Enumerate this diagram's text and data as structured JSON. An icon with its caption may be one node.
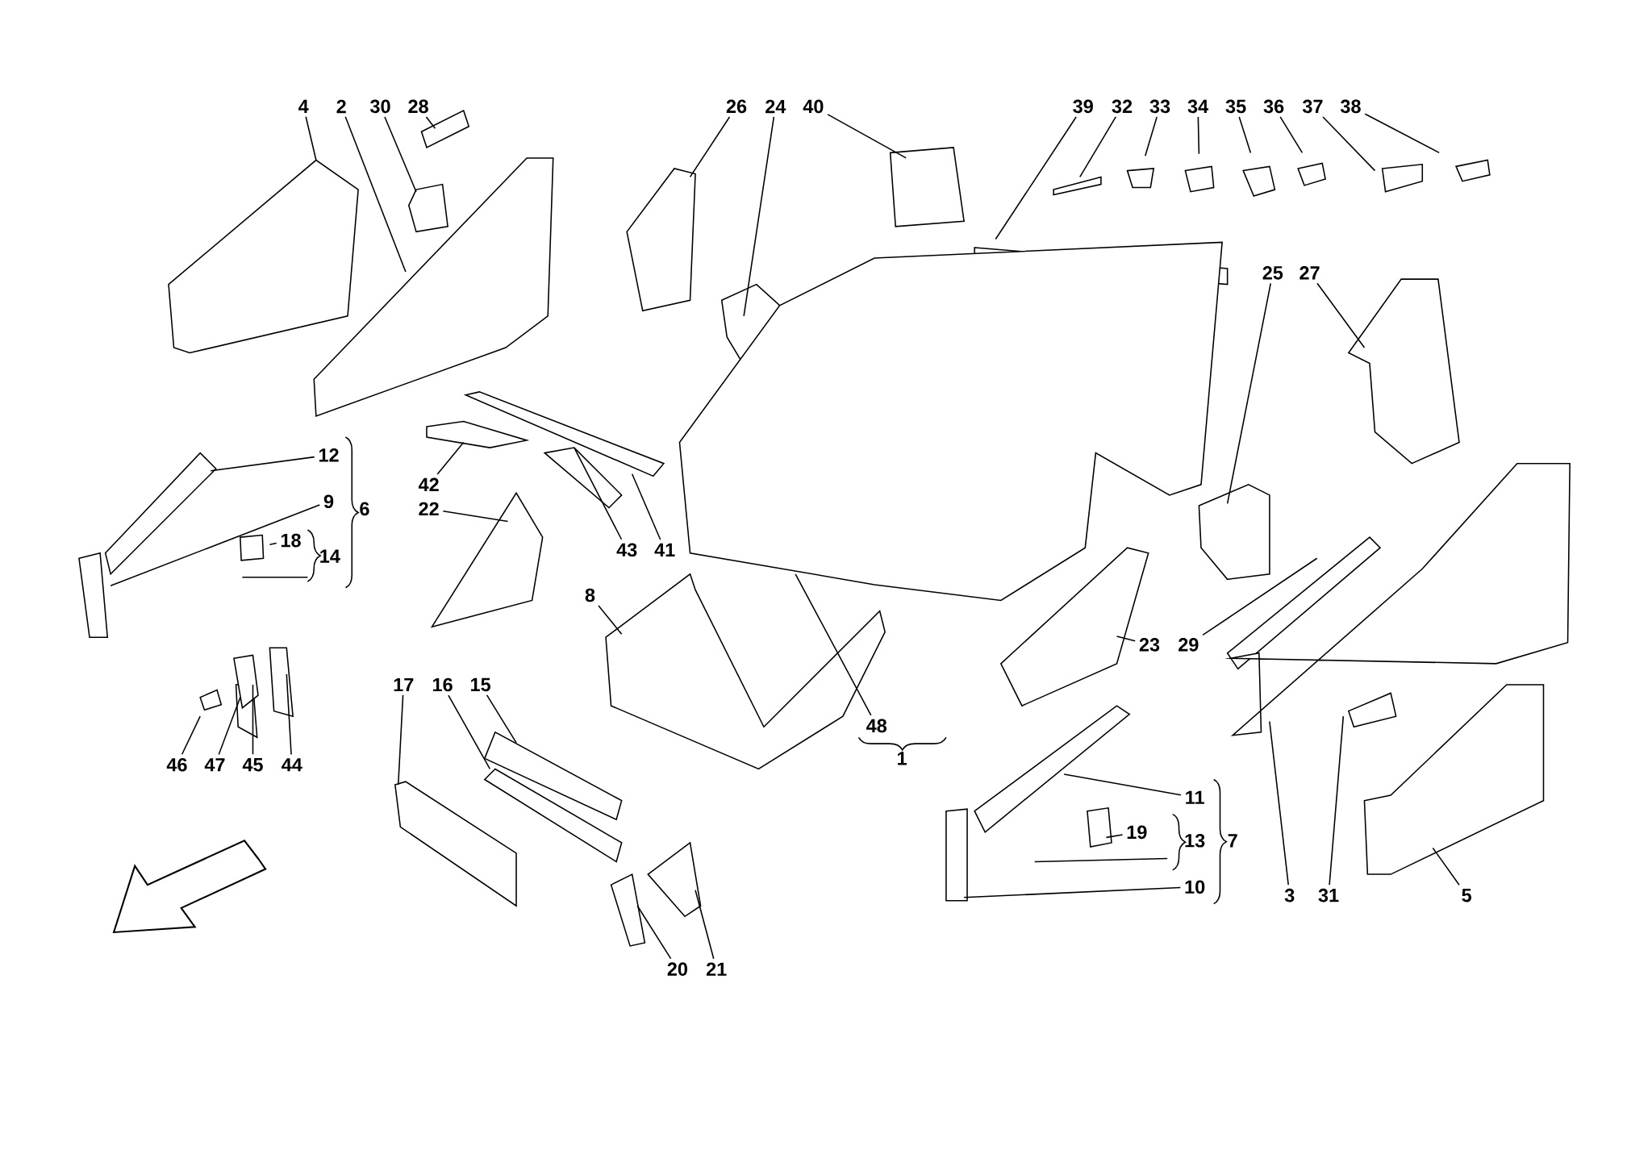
{
  "diagram": {
    "nodes": [
      {
        "text": [
          "4"
        ]
      },
      {
        "text": [
          "2"
        ]
      },
      {
        "text": [
          "30"
        ]
      },
      {
        "text": [
          "28"
        ]
      },
      {
        "text": [
          "26"
        ]
      },
      {
        "text": [
          "24"
        ]
      },
      {
        "text": [
          "40"
        ]
      },
      {
        "text": [
          "39"
        ]
      },
      {
        "text": [
          "32"
        ]
      },
      {
        "text": [
          "33"
        ]
      },
      {
        "text": [
          "34"
        ]
      },
      {
        "text": [
          "35"
        ]
      },
      {
        "text": [
          "36"
        ]
      },
      {
        "text": [
          "37"
        ]
      },
      {
        "text": [
          "38"
        ]
      },
      {
        "text": [
          "25"
        ]
      },
      {
        "text": [
          "27"
        ]
      },
      {
        "text": [
          "12"
        ]
      },
      {
        "text": [
          "9"
        ]
      },
      {
        "text": [
          "18"
        ]
      },
      {
        "text": [
          "42"
        ]
      },
      {
        "text": [
          "22"
        ]
      },
      {
        "text": [
          "43"
        ]
      },
      {
        "text": [
          "41"
        ]
      },
      {
        "text": [
          "8"
        ]
      },
      {
        "text": [
          "23"
        ]
      },
      {
        "text": [
          "29"
        ]
      },
      {
        "text": [
          "48"
        ]
      },
      {
        "text": [
          "46"
        ]
      },
      {
        "text": [
          "47"
        ]
      },
      {
        "text": [
          "45"
        ]
      },
      {
        "text": [
          "44"
        ]
      },
      {
        "text": [
          "17"
        ]
      },
      {
        "text": [
          "16"
        ]
      },
      {
        "text": [
          "15"
        ]
      },
      {
        "text": [
          "11"
        ]
      },
      {
        "text": [
          "19"
        ]
      },
      {
        "text": [
          "10"
        ]
      },
      {
        "text": [
          "3"
        ]
      },
      {
        "text": [
          "31"
        ]
      },
      {
        "text": [
          "5"
        ]
      },
      {
        "text": [
          "20"
        ]
      },
      {
        "text": [
          "21"
        ]
      }
    ],
    "edges": [
      {
        "from": 0,
        "to": null,
        "arrow": "none"
      },
      {
        "from": 1,
        "to": null,
        "arrow": "none"
      },
      {
        "from": 2,
        "to": null,
        "arrow": "none"
      },
      {
        "from": 3,
        "to": null,
        "arrow": "none"
      },
      {
        "from": 4,
        "to": null,
        "arrow": "none"
      },
      {
        "from": 5,
        "to": null,
        "arrow": "none"
      },
      {
        "from": 6,
        "to": null,
        "arrow": "none"
      },
      {
        "from": 7,
        "to": null,
        "arrow": "none"
      },
      {
        "from": 8,
        "to": null,
        "arrow": "none"
      },
      {
        "from": 9,
        "to": null,
        "arrow": "none"
      },
      {
        "from": 10,
        "to": null,
        "arrow": "none"
      },
      {
        "from": 11,
        "to": null,
        "arrow": "none"
      },
      {
        "from": 12,
        "to": null,
        "arrow": "none"
      },
      {
        "from": 13,
        "to": null,
        "arrow": "none"
      },
      {
        "from": 14,
        "to": null,
        "arrow": "none"
      },
      {
        "from": 15,
        "to": null,
        "arrow": "none"
      },
      {
        "from": 16,
        "to": null,
        "arrow": "none"
      },
      {
        "from": 17,
        "to": null,
        "arrow": "none"
      },
      {
        "from": 18,
        "to": null,
        "arrow": "none"
      },
      {
        "from": 19,
        "to": null,
        "arrow": "none"
      },
      {
        "from": 20,
        "to": null,
        "arrow": "none"
      },
      {
        "from": 21,
        "to": null,
        "arrow": "none"
      },
      {
        "from": 22,
        "to": null,
        "arrow": "none"
      },
      {
        "from": 23,
        "to": null,
        "arrow": "none"
      },
      {
        "from": 24,
        "to": null,
        "arrow": "none"
      },
      {
        "from": 25,
        "to": null,
        "arrow": "none"
      },
      {
        "from": 26,
        "to": null,
        "arrow": "none"
      },
      {
        "from": 27,
        "to": null,
        "arrow": "none"
      },
      {
        "from": 28,
        "to": null,
        "arrow": "none"
      },
      {
        "from": 29,
        "to": null,
        "arrow": "none"
      },
      {
        "from": 30,
        "to": null,
        "arrow": "none"
      },
      {
        "from": 31,
        "to": null,
        "arrow": "none"
      },
      {
        "from": 32,
        "to": null,
        "arrow": "none"
      },
      {
        "from": 33,
        "to": null,
        "arrow": "none"
      },
      {
        "from": 34,
        "to": null,
        "arrow": "none"
      },
      {
        "from": 35,
        "to": null,
        "arrow": "none"
      },
      {
        "from": 36,
        "to": null,
        "arrow": "none"
      },
      {
        "from": 37,
        "to": null,
        "arrow": "none"
      },
      {
        "from": 38,
        "to": null,
        "arrow": "none"
      },
      {
        "from": 39,
        "to": null,
        "arrow": "none"
      },
      {
        "from": 40,
        "to": null,
        "arrow": "none"
      },
      {
        "from": 41,
        "to": null,
        "arrow": "none"
      },
      {
        "from": 42,
        "to": null,
        "arrow": "none"
      }
    ],
    "labels": [
      "6",
      "14",
      "1",
      "13",
      "7"
    ]
  }
}
